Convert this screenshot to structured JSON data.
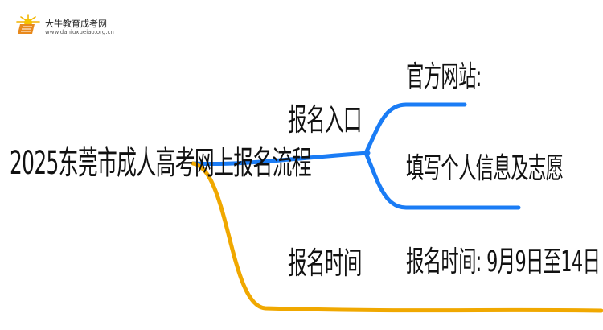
{
  "header": {
    "site_name": "大牛教育成考网",
    "site_url": "www.daniuxueiao.org.cn"
  },
  "mindmap": {
    "root": "2025东莞市成人高考网上报名流程",
    "branches": [
      {
        "label": "报名入口",
        "color": "#1a7cf5",
        "children": [
          "官方网站:",
          "填写个人信息及志愿"
        ]
      },
      {
        "label": "报名时间",
        "color": "#f0a800",
        "children": [
          "报名时间: 9月9日至14日"
        ]
      }
    ]
  }
}
